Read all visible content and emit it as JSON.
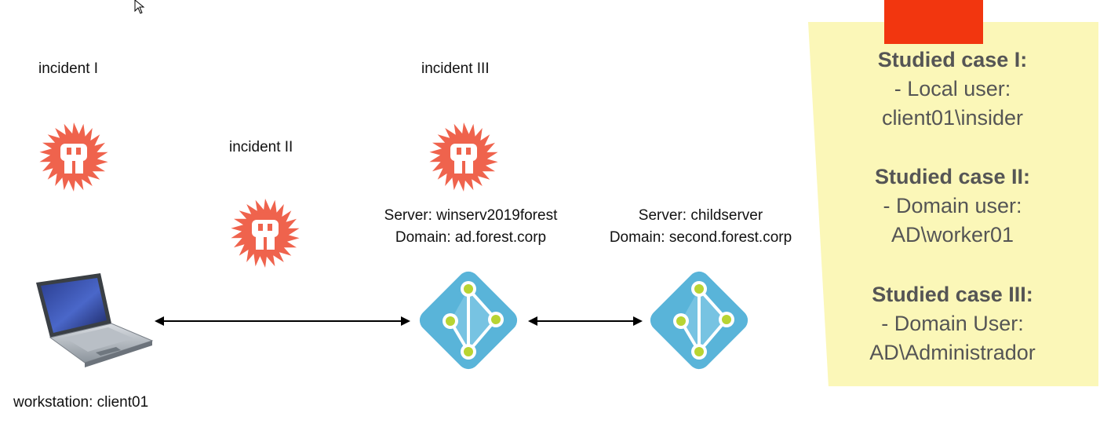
{
  "incidents": {
    "i1": "incident I",
    "i2": "incident II",
    "i3": "incident III"
  },
  "workstation": {
    "label": "workstation: client01"
  },
  "servers": {
    "forest": {
      "line1": "Server: winserv2019forest",
      "line2": "Domain: ad.forest.corp"
    },
    "child": {
      "line1": "Server: childserver",
      "line2": "Domain: second.forest.corp"
    }
  },
  "note": {
    "cases": [
      {
        "title": "Studied case I:",
        "line1": "- Local user:",
        "line2": "client01\\insider"
      },
      {
        "title": "Studied case II:",
        "line1": "- Domain user:",
        "line2": "AD\\worker01"
      },
      {
        "title": "Studied case III:",
        "line1": "- Domain User:",
        "line2": "AD\\Administrador"
      }
    ]
  },
  "colors": {
    "virus": "#ef634d",
    "ad_blue": "#59b4d9",
    "ad_node": "#b8d432",
    "note_bg": "#fbf7b8",
    "tape": "#f2360f",
    "note_text": "#555555"
  }
}
